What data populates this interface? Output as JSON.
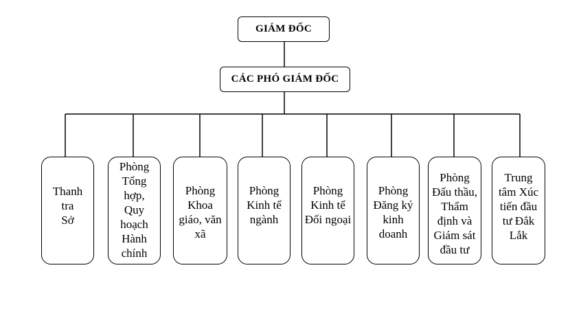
{
  "director": "GIÁM ĐỐC",
  "deputies": "CÁC PHÓ GIÁM ĐỐC",
  "units": [
    {
      "lines": [
        "Thanh",
        "tra",
        "Sở"
      ]
    },
    {
      "lines": [
        "Phòng",
        "Tổng",
        "hợp,",
        "Quy",
        "hoạch",
        "Hành",
        "chính"
      ]
    },
    {
      "lines": [
        "Phòng",
        "Khoa",
        "giáo, văn",
        "xã"
      ]
    },
    {
      "lines": [
        "Phòng",
        "Kinh tế",
        "ngành"
      ]
    },
    {
      "lines": [
        "Phòng",
        "Kinh tế",
        "Đối ngoại"
      ]
    },
    {
      "lines": [
        "Phòng",
        "Đăng ký",
        "kinh",
        "doanh"
      ]
    },
    {
      "lines": [
        "Phòng",
        "Đấu thầu,",
        "Thẩm",
        "định và",
        "Giám sát",
        "đầu tư"
      ]
    },
    {
      "lines": [
        "Trung",
        "tâm Xúc",
        "tiến đầu",
        "tư Đắk",
        "Lắk"
      ]
    }
  ]
}
